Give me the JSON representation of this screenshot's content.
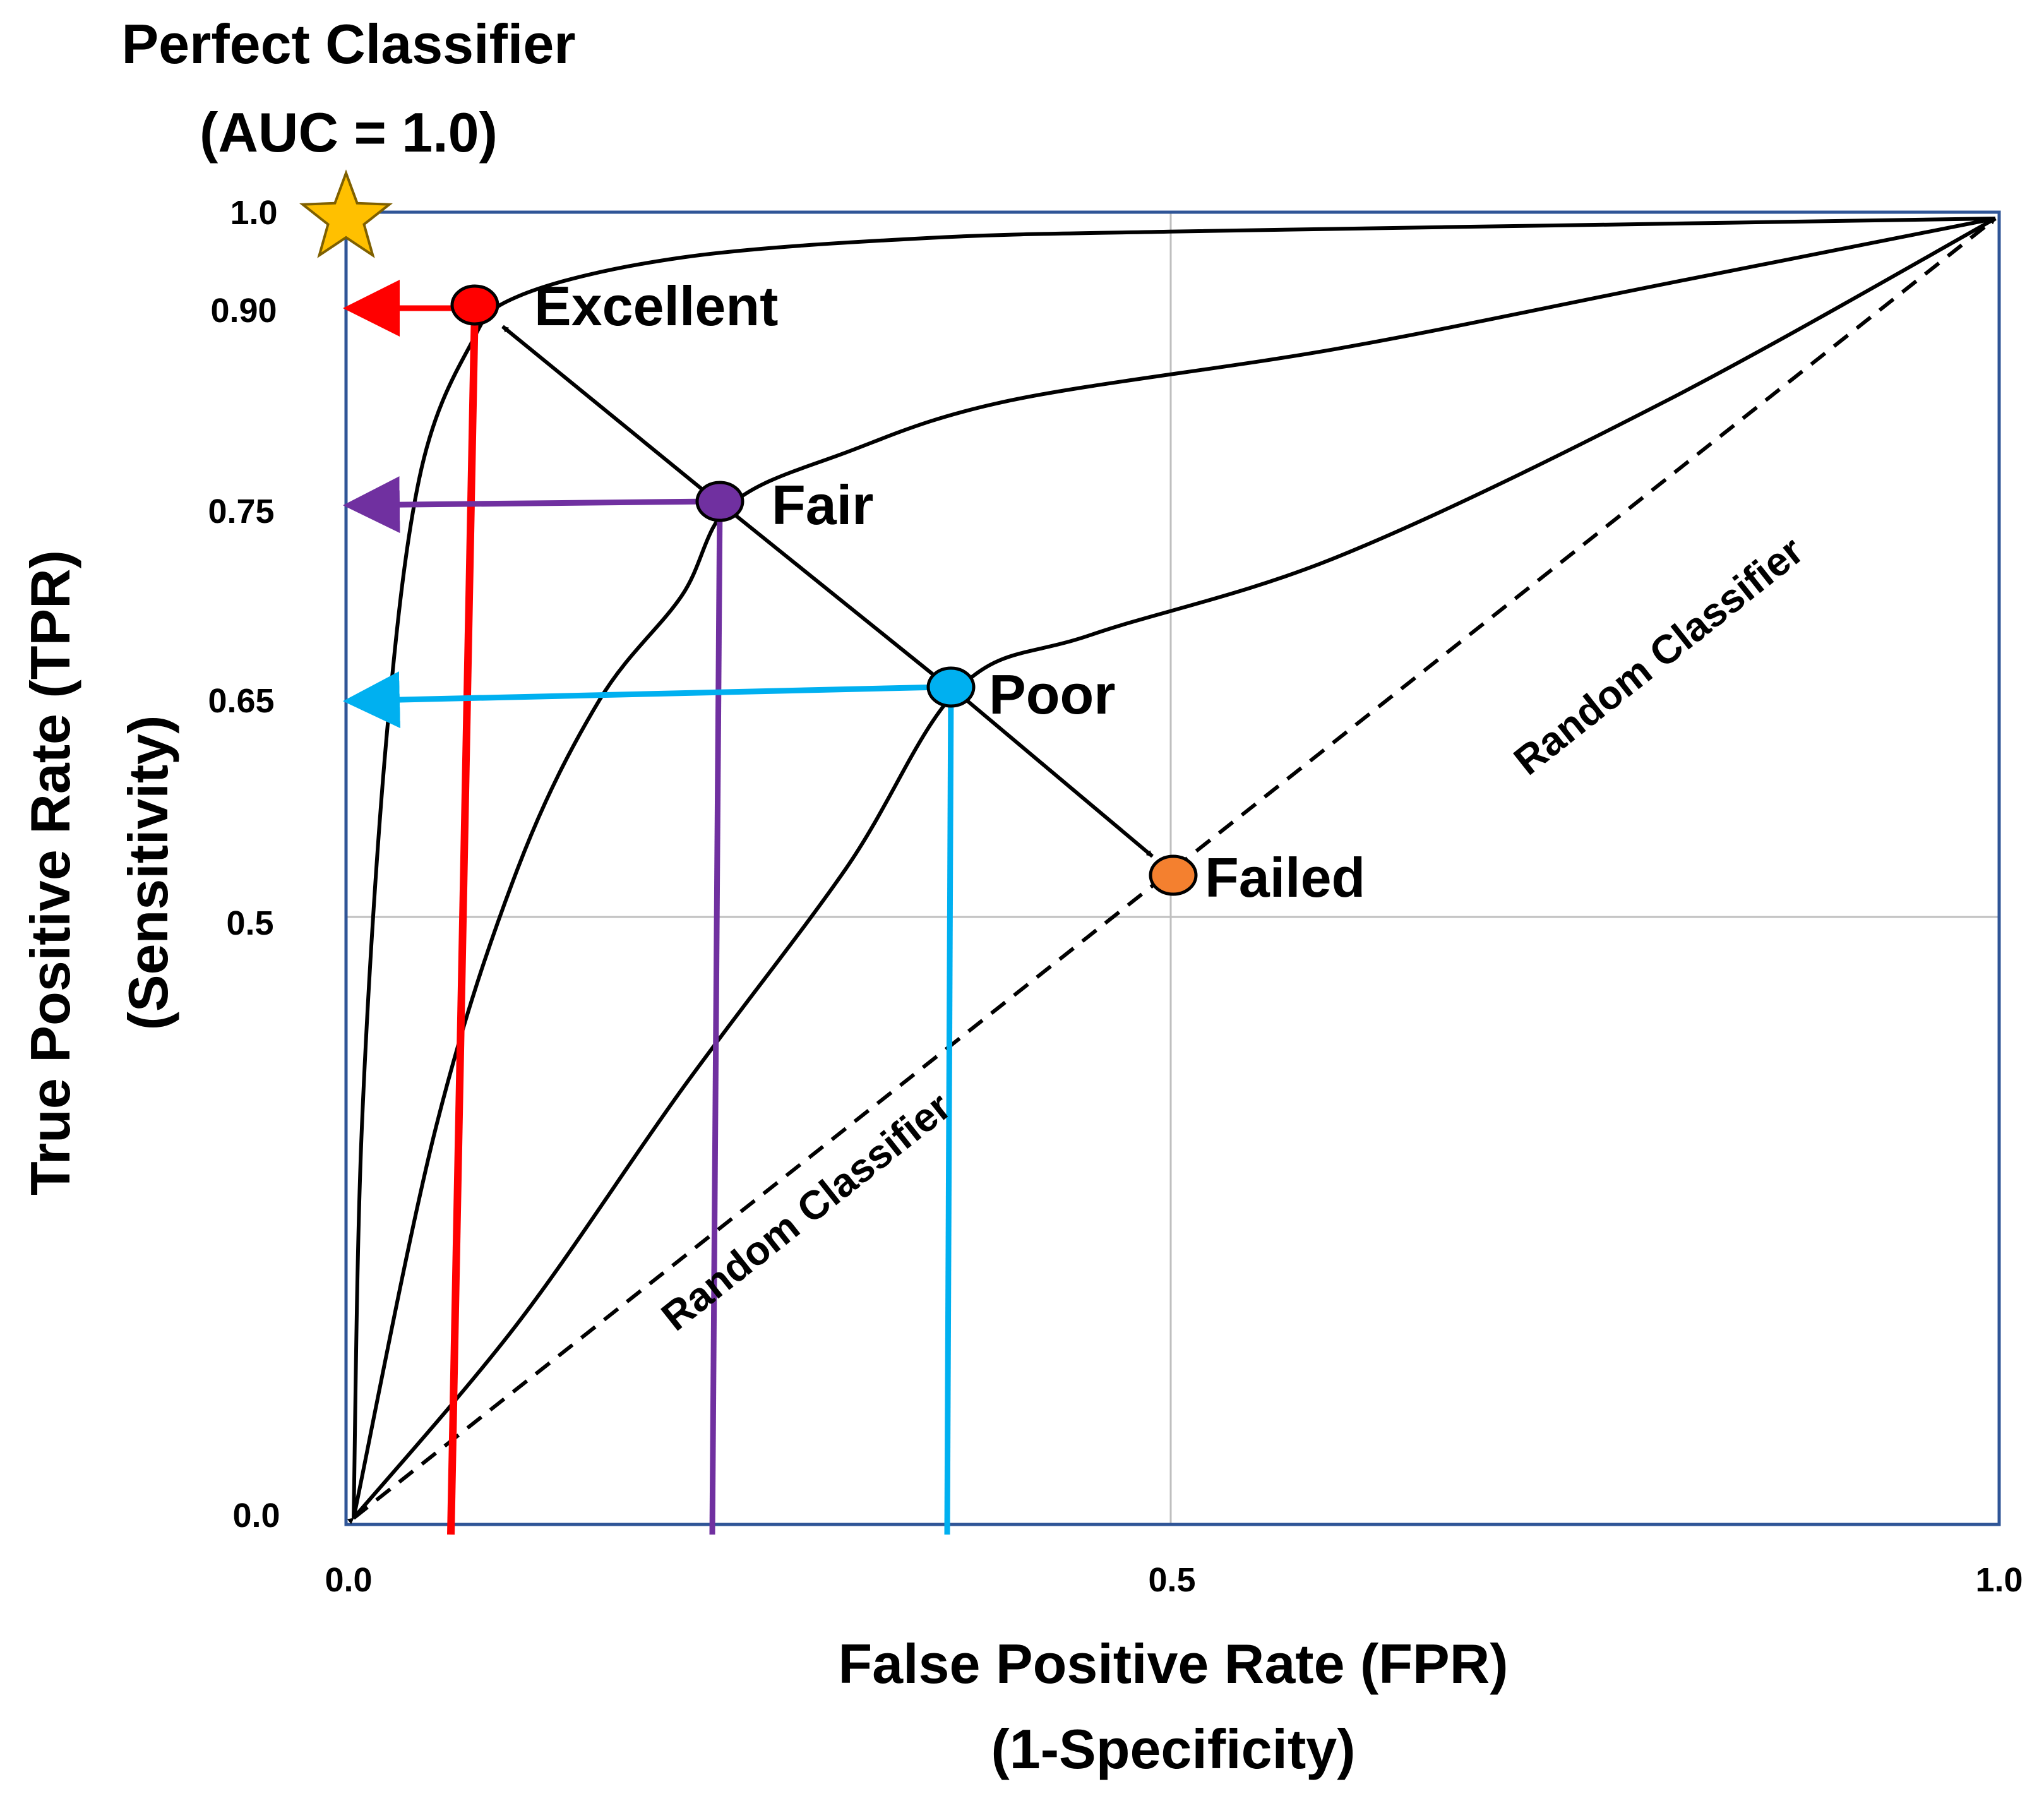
{
  "chart_data": {
    "type": "line",
    "title": "",
    "xlabel": "False Positive Rate (FPR)",
    "xlabel_sub": "(1-Specificity)",
    "ylabel": "True Positive Rate (TPR)",
    "ylabel_sub": "(Sensitivity)",
    "xlim": [
      0,
      1
    ],
    "ylim": [
      0,
      1
    ],
    "grid": true,
    "x_ticks": [
      "0.0",
      "0.5",
      "1.0"
    ],
    "y_ticks": [
      "0.0",
      "0.5",
      "0.65",
      "0.75",
      "0.90",
      "1.0"
    ],
    "perfect_classifier": {
      "label_line1": "Perfect Classifier",
      "label_line2": "(AUC = 1.0)",
      "x": 0,
      "y": 1.0,
      "color": "#FFC000"
    },
    "random_classifier_label": "Random Classifier",
    "series": [
      {
        "name": "Excellent",
        "color": "#FF0000",
        "points": [
          [
            0,
            0
          ],
          [
            0.005,
            0.3
          ],
          [
            0.02,
            0.6
          ],
          [
            0.04,
            0.8
          ],
          [
            0.07,
            0.9
          ],
          [
            0.1,
            0.94
          ],
          [
            0.2,
            0.97
          ],
          [
            0.35,
            0.985
          ],
          [
            0.5,
            0.99
          ],
          [
            0.75,
            0.995
          ],
          [
            1,
            1
          ]
        ],
        "operating_point": {
          "x": 0.08,
          "y": 0.93
        }
      },
      {
        "name": "Fair",
        "color": "#7030A0",
        "points": [
          [
            0,
            0
          ],
          [
            0.05,
            0.3
          ],
          [
            0.1,
            0.5
          ],
          [
            0.15,
            0.63
          ],
          [
            0.2,
            0.71
          ],
          [
            0.23,
            0.78
          ],
          [
            0.3,
            0.82
          ],
          [
            0.4,
            0.86
          ],
          [
            0.6,
            0.9
          ],
          [
            0.8,
            0.95
          ],
          [
            1,
            1
          ]
        ],
        "operating_point": {
          "x": 0.23,
          "y": 0.78
        }
      },
      {
        "name": "Poor",
        "color": "#00B0F0",
        "points": [
          [
            0,
            0
          ],
          [
            0.1,
            0.15
          ],
          [
            0.2,
            0.33
          ],
          [
            0.3,
            0.5
          ],
          [
            0.37,
            0.64
          ],
          [
            0.45,
            0.68
          ],
          [
            0.6,
            0.74
          ],
          [
            0.8,
            0.86
          ],
          [
            1,
            1
          ]
        ],
        "operating_point": {
          "x": 0.37,
          "y": 0.64
        }
      },
      {
        "name": "Failed",
        "color": "#F4802F",
        "points": [
          [
            0,
            0
          ],
          [
            1,
            1
          ]
        ],
        "operating_point": {
          "x": 0.5,
          "y": 0.5
        }
      }
    ]
  }
}
